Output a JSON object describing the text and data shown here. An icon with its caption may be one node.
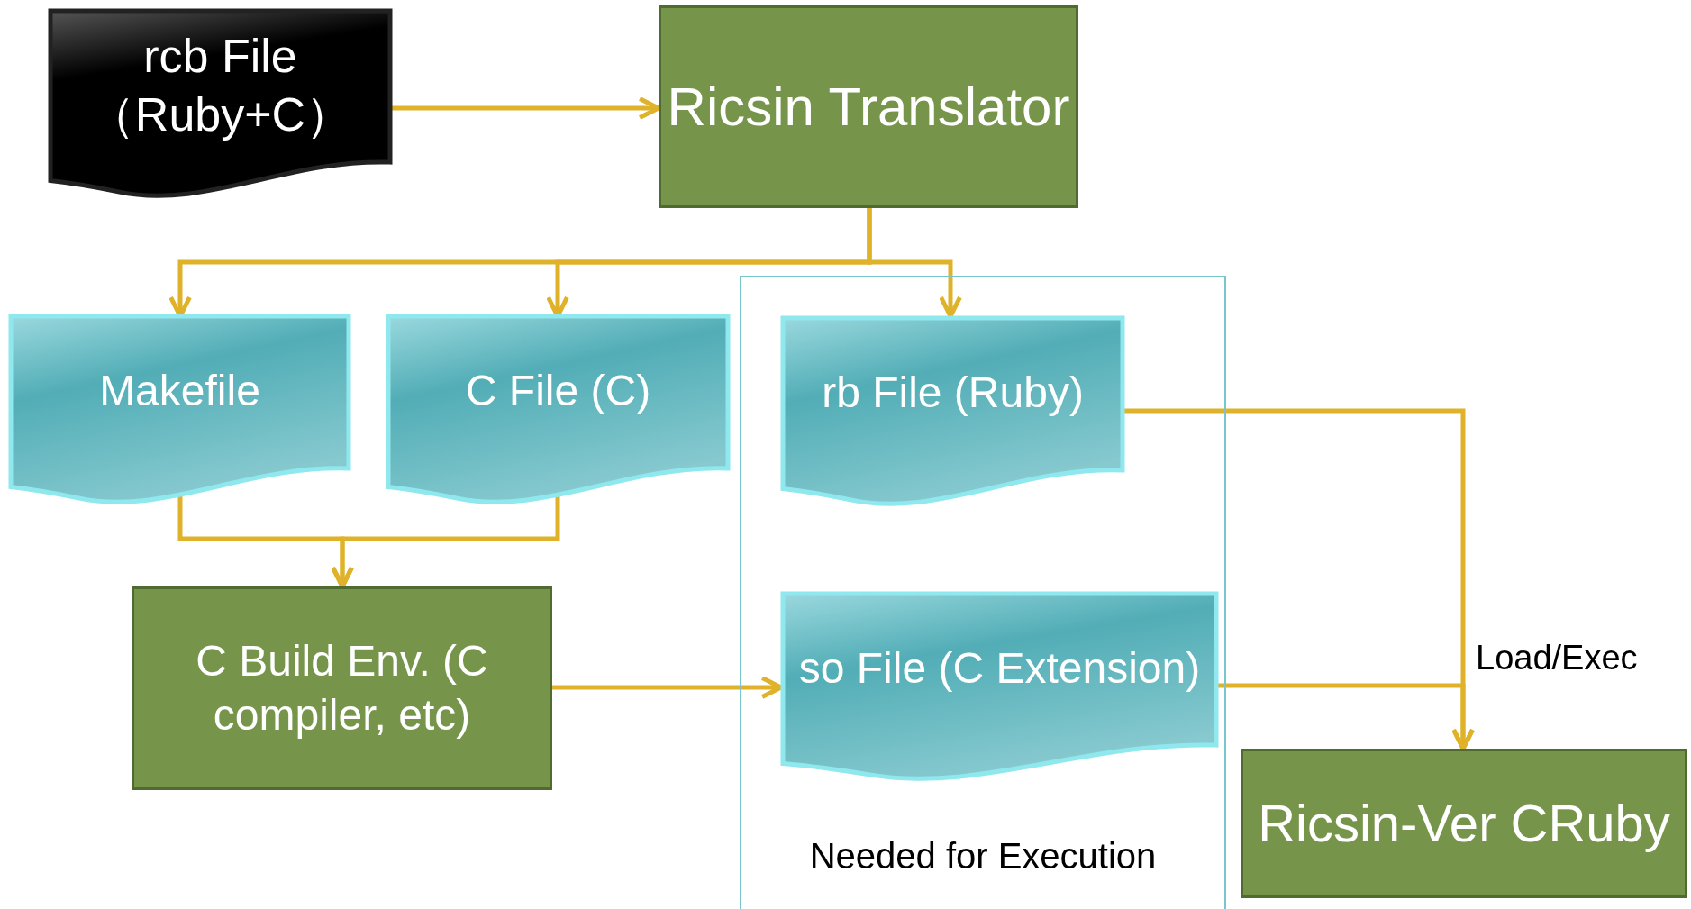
{
  "diagram": {
    "nodes": [
      {
        "text": [
          "rcb File （Ruby+C）"
        ]
      },
      {
        "text": [
          "Ricsin Translator"
        ]
      },
      {
        "text": [
          "Makefile"
        ]
      },
      {
        "text": [
          "C File (C)"
        ]
      },
      {
        "text": [
          "Needed for Execution"
        ]
      },
      {
        "text": [
          "rb File (Ruby)"
        ],
        "in": 4
      },
      {
        "text": [
          "C Build Env. (C compiler, etc)"
        ]
      },
      {
        "text": [
          "so File (C Extension)"
        ],
        "in": 4
      },
      {
        "text": [
          "Ricsin-Ver CRuby"
        ]
      }
    ],
    "edges": [
      {
        "from": 0,
        "to": 1,
        "arrow": "to"
      },
      {
        "from": 1,
        "to": 2,
        "arrow": "to"
      },
      {
        "from": 1,
        "to": 3,
        "arrow": "to"
      },
      {
        "from": 1,
        "to": 5,
        "arrow": "to"
      },
      {
        "from": 2,
        "to": 6,
        "arrow": "to"
      },
      {
        "from": 3,
        "to": 6,
        "arrow": "to"
      },
      {
        "from": 6,
        "to": 7,
        "arrow": "to"
      },
      {
        "from": 5,
        "to": 8,
        "arrow": "to"
      },
      {
        "from": 7,
        "to": 8,
        "arrow": "to",
        "label": "Load/Exec"
      }
    ]
  }
}
